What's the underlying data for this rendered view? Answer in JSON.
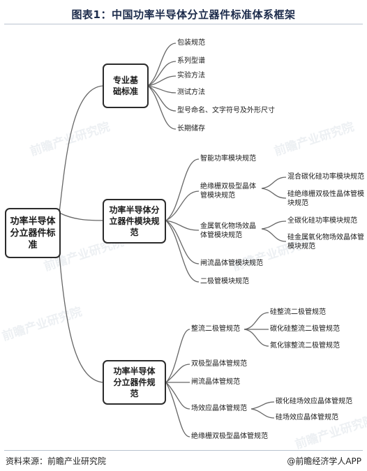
{
  "title": "图表1：中国功率半导体分立器件标准体系框架",
  "root": "功率半导体分立器件标准",
  "branches": [
    {
      "label": "专业基础标准",
      "items": [
        "包装规范",
        "系列型谱",
        "实验方法",
        "测试方法",
        "型号命名、文字符号及外形尺寸",
        "长期储存"
      ]
    },
    {
      "label": "功率半导体分立器件模块规范",
      "items": [
        {
          "label": "智能功率模块规范"
        },
        {
          "label": "绝缘栅双极型晶体管模块规范",
          "children": [
            "混合碳化硅功率模块规范",
            "硅绝缘栅双极性晶体管模块规范"
          ]
        },
        {
          "label": "金属氧化物场效晶体管模块规范",
          "children": [
            "全碳化硅功率模块规范",
            "硅金属氧化物场效晶体管模块规范"
          ]
        },
        {
          "label": "闸流晶体管模块规范"
        },
        {
          "label": "二极管模块规范"
        }
      ]
    },
    {
      "label": "功率半导体分立器件规范",
      "items": [
        {
          "label": "整流二极管规范",
          "children": [
            "硅整流二极管规范",
            "碳化硅整流二极管规范",
            "氮化镓整流二极管规范"
          ]
        },
        {
          "label": "双极型晶体管规范"
        },
        {
          "label": "闸流晶体管规范"
        },
        {
          "label": "场效应晶体管规范",
          "children": [
            "碳化硅场效应晶体管规范",
            "硅场效应晶体管规范"
          ]
        },
        {
          "label": "绝缘栅双极型晶体管规范"
        }
      ]
    }
  ],
  "footer": {
    "source": "资料来源：前瞻产业研究院",
    "brand": "@前瞻经济学人APP"
  },
  "watermark": "前瞻产业研究院",
  "colors": {
    "line": "#666666",
    "border": "#2b2b2b",
    "title": "#1b2a4a"
  }
}
